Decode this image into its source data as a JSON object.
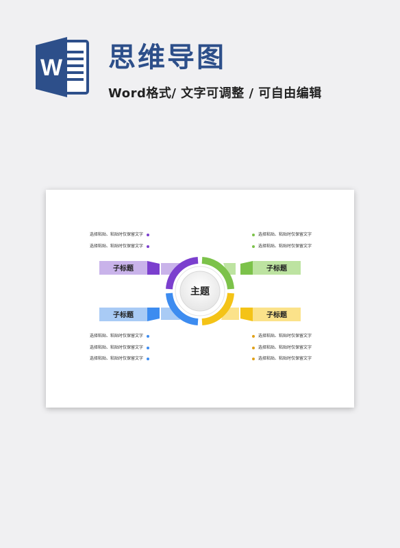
{
  "header": {
    "title": "思维导图",
    "subtitle": "Word格式/ 文字可调整 / 可自由编辑",
    "logo_letter": "W",
    "logo_icon": "word-document-icon"
  },
  "colors": {
    "title": "#2d4f8a",
    "purple": "#7b3fce",
    "green": "#7cc24a",
    "blue": "#3d8cf0",
    "yellow": "#f4c317",
    "label_purple": "#c9b3ea",
    "label_green": "#bde3a1",
    "label_blue": "#a9cbf5",
    "label_yellow": "#fbe28a"
  },
  "mindmap": {
    "center": "主题",
    "branches": {
      "top_left": {
        "label": "子标题",
        "lines": [
          "选择粘贴、粘贴时仅保留文字",
          "选择粘贴、粘贴时仅保留文字"
        ]
      },
      "top_right": {
        "label": "子标题",
        "lines": [
          "选择粘贴、粘贴时仅保留文字",
          "选择粘贴、粘贴时仅保留文字"
        ]
      },
      "bottom_left": {
        "label": "子标题",
        "lines": [
          "选择粘贴、粘贴时仅保留文字",
          "选择粘贴、粘贴时仅保留文字",
          "选择粘贴、粘贴时仅保留文字"
        ]
      },
      "bottom_right": {
        "label": "子标题",
        "lines": [
          "选择粘贴、粘贴时仅保留文字",
          "选择粘贴、粘贴时仅保留文字",
          "选择粘贴、粘贴时仅保留文字"
        ]
      }
    }
  }
}
